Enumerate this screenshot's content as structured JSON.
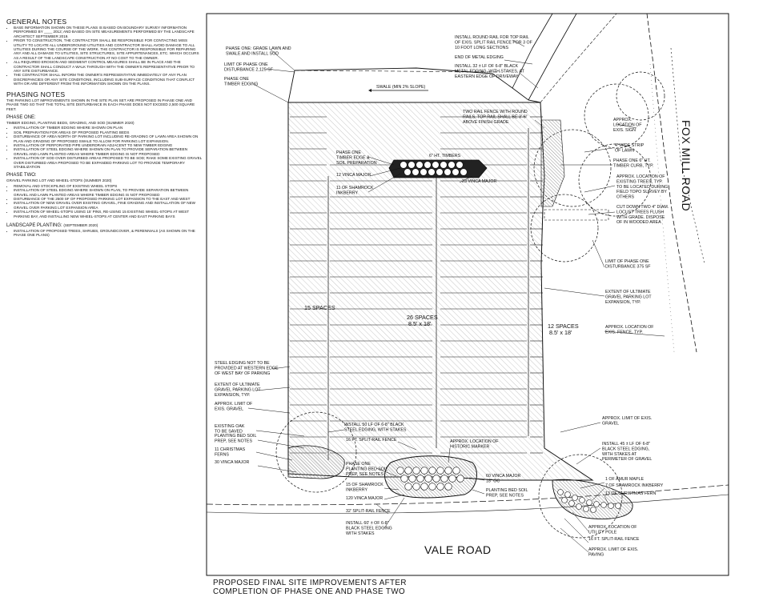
{
  "general_notes": {
    "heading": "GENERAL NOTES",
    "items": [
      "BASE INFORMATION SHOWN ON THESE PLANS IS BASED ON BOUNDARY SURVEY INFORMATION PERFORMED BY ____ 2012; AND BASED ON SITE MEASUREMENTS PERFORMED BY THE LANDSCAPE ARCHITECT SEPTEMBER 2019.",
      "PRIOR TO CONSTRUCTION, THE CONTRACTOR SHALL BE RESPONSIBLE FOR CONTACTING MISS UTILITY TO LOCATE ALL UNDERGROUND UTILITIES AND CONTRACTOR SHALL AVOID DAMAGE TO ALL UTILITIES DURING THE COURSE OF THE WORK. THE CONTRACTOR IS RESPONSIBLE FOR REPAIRING ANY AND ALL DAMAGE TO UTILITIES, SITE STRUCTURES, SITE APPURTENANCES, ETC. WHICH OCCURS AS A RESULT OF THE LANDSCAPE CONSTRUCTION AT NO COST TO THE OWNER.",
      "ALL REQUIRED EROSION AND SEDIMENT CONTROL MEASURES SHALL BE IN PLACE AND THE CONTRACTOR SHALL CONDUCT A WALK THROUGH WITH THE OWNER'S REPRESENTATIVE PRIOR TO ANY SITE DISTURBANCE.",
      "THE CONTRACTOR SHALL INFORM THE OWNER'S REPRESENTATIVE IMMEDIATELY OF ANY PLAN DISCREPANCIES OR ANY SITE CONDITIONS, INCLUDING SUB-SURFACE CONDITIONS THAT CONFLICT WITH OR ARE DIFFERENT FROM THE INFORMATION SHOWN ON THE PLANS."
    ]
  },
  "phasing_notes": {
    "heading": "PHASING NOTES",
    "text": "THE PARKING LOT IMPROVEMENTS SHOWN IN THE SITE PLAN SET ARE PROPOSED IN PHASE ONE AND PHASE TWO SO THAT THE TOTAL SITE DISTURBANCE IN EACH PHASE DOES NOT EXCEED 2,500 SQUARE FEET."
  },
  "phase_one": {
    "heading": "PHASE ONE:",
    "subheading": "TIMBER EDGING, PLANTING BEDS, GRADING, AND SOD (SUMMER 2020)",
    "items": [
      "INSTALLATION OF TIMBER EDGING WHERE SHOWN ON PLAN",
      "SOIL PREPARATION FOR AREAS OF PROPOSED PLANTING BEDS",
      "DISTURBANCE OF AREA NORTH OF PARKING LOT INCLUDING RE-GRADING OF LAWN AREA SHOWN ON PLAN AND GRADING OF PROPOSED SWALE TO ALLOW FOR PARKING LOT EXPANSION.",
      "INSTALLATION OF PERFORATED PIPE UNDERDRAIN ADJACENT TO NEW TIMBER EDGING",
      "INSTALLATION OF STEEL EDGING WHERE SHOWN ON PLAN TO PROVIDE SEPARATION BETWEEN GRAVEL AND LAWN PLANTED AREAS WHERE TIMBER EDGING IS NOT PROPOSED",
      "INSTALLATION OF SOD OVER DISTURBED AREAS PROPOSED TO BE SOD; RAKE SOME EXISTING GRAVEL OVER DISTURBED AREA PROPOSED TO BE EXPANDED PARKING LOT TO PROVIDE TEMPORARY STABILIZATION"
    ]
  },
  "phase_two": {
    "heading": "PHASE TWO:",
    "subheading": "GRAVEL PARKING LOT AND WHEEL-STOPS (SUMMER 2020)",
    "items": [
      "REMOVAL AND STOCKPILING OF EXISTING WHEEL STOPS",
      "INSTALLATION OF STEEL EDGING WHERE SHOWN ON PLAN, TO PROVIDE SEPARATION BETWEEN GRAVEL AND LAWN PLANTED AREAS WHERE TIMBER EDGING IS NOT PROPOSED",
      "DISTURBANCE OF THE 2500 SF OF PROPOSED PARKING LOT EXPANSION TO THE EAST AND WEST",
      "INSTALLATION OF NEW GRAVEL OVER EXISTING GRAVEL, FINE GRADING AND INSTALLATION OF NEW GRAVEL OVER PARKING LOT EXPANSION AREA",
      "INSTALLATION OF WHEEL-STOPS USING 15' PINS, RE-USING 15 EXISTING WHEEL-STOPS AT WEST PARKING BAY, AND INSTALLING NEW WHEEL-STOPS AT CENTER AND EAST PARKING BAYS"
    ]
  },
  "landscape_planting": {
    "heading": "LANDSCAPE PLANTING:",
    "subheading": "(SEPTEMBER 2020)",
    "items": [
      "INSTALLATION OF PROPOSED TREES, SHRUBS, GROUNDCOVER, & PERENNIALS (AS SHOWN ON THE PHASE ONE PLANS)"
    ]
  },
  "roads": {
    "east": "FOX MILL ROAD",
    "south": "VALE ROAD"
  },
  "parking": {
    "west_count": "15 SPACES",
    "center_count": "26 SPACES",
    "center_dims": "8.5' x 18'",
    "east_count": "12 SPACES",
    "east_dims": "8.5' x 18'"
  },
  "swale": "SWALE (MIN 2% SLOPE)",
  "callouts": {
    "grade_lawn": [
      "PHASE ONE: GRADE LAWN AND",
      "SWALE AND INSTALL SOD"
    ],
    "limit_2125": [
      "LIMIT OF PHASE ONE",
      "DISTURBANCE 2,125 SF"
    ],
    "timber_edging_nw": [
      "PHASE ONE",
      "TIMBER EDGING"
    ],
    "round_rail": [
      "INSTALL ROUND RAIL FOR TOP RAIL",
      "OF EXIS. SPLIT RAIL FENCE FOR 3 OF",
      "10 FOOT LONG SECTIONS"
    ],
    "end_metal": [
      "END OF METAL EDGING"
    ],
    "black_metal_32": [
      "INSTALL 32 ± LF OF 6-8\" BLACK",
      "METAL EDGING, WITH STAKES, AT",
      "EASTERN EDGE OF DRIVEWAY"
    ],
    "two_rail_fence": [
      "TWO RAIL FENCE WITH ROUND",
      "RAILS. TOP RAIL SHALL BE 3'-6\"",
      "ABOVE FINISH GRADE"
    ],
    "exis_sign": [
      "APPROX.",
      "LOCATION OF",
      "EXIS. SIGN"
    ],
    "lawn_strip": [
      "4' WIDE STRIP",
      "OF LAWN"
    ],
    "timber_curb": [
      "PHASE ONE 6\" HT.",
      "TIMBER CURB, TYP."
    ],
    "existing_trees": [
      "APPROX. LOCATION OF",
      "EXISTING TREES, TYP.",
      "TO BE LOCATED DURING",
      "FIELD TOPO SURVEY BY",
      "OTHERS"
    ],
    "cut_trees": [
      "CUT DOWN TWO 4\" DIAM.",
      "LOCUST TREES FLUSH",
      "WITH GRADE. DISPOSE",
      "OF IN WOODED AREA"
    ],
    "limit_375": [
      "LIMIT OF PHASE ONE",
      "DISTURBANCE 375 SF"
    ],
    "ultimate_east": [
      "EXTENT OF ULTIMATE",
      "GRAVEL PARKING LOT",
      "EXPANSION, TYP."
    ],
    "exis_fence": [
      "APPROX. LOCATION OF",
      "EXIS. FENCE, TYP."
    ],
    "timber_soil": [
      "PHASE ONE",
      "TIMBER EDGE &",
      "SOIL PREPARATION"
    ],
    "timbers_6": [
      "6\" HT. TIMBERS"
    ],
    "vinca_12": [
      "12 VINCA MAJOR"
    ],
    "vinca_23": [
      "23 VINCA MAJOR"
    ],
    "shamrock_11": [
      "11 OF SHAMROCK",
      "INKBERRY"
    ],
    "steel_west": [
      "STEEL EDGING NOT TO BE",
      "PROVIDED AT WESTERN EDGE",
      "OF WEST BAY OF PARKING"
    ],
    "ultimate_west": [
      "EXTENT OF ULTIMATE",
      "GRAVEL PARKING LOT",
      "EXPANSION, TYP."
    ],
    "limit_gravel_w": [
      "APPROX. LIMIT OF",
      "EXIS. GRAVEL"
    ],
    "existing_oak": [
      "EXISTING OAK",
      "TO BE SAVED"
    ],
    "bed_prep_w": [
      "PLANTING BED SOIL",
      "PREP, SEE NOTES"
    ],
    "christmas_11": [
      "11 CHRISTMAS",
      "FERNS"
    ],
    "vinca_30": [
      "30 VINCA MAJOR"
    ],
    "steel_50": [
      "INSTALL 50 LF OF 6-8\" BLACK",
      "STEEL EDGING, WITH STAKES"
    ],
    "split_rail_16a": [
      "16 FT. SPLIT-RAIL FENCE"
    ],
    "historic_marker": [
      "APPROX. LOCATION OF",
      "HISTORIC MARKER"
    ],
    "phase_one_bed": [
      "PHASE ONE",
      "PLANTING BED SOIL",
      "PREP, SEE NOTES"
    ],
    "shamrock_15": [
      "15 OF SHAMROCK",
      "INKBERRY"
    ],
    "vinca_120": [
      "120 VINCA MAJOR"
    ],
    "split_rail_32": [
      "32' SPLIT-RAIL FENCE"
    ],
    "steel_60": [
      "INSTALL 60' ± OF 6-8\"",
      "BLACK STEEL EDGING",
      "WITH STAKES"
    ],
    "vinca_60": [
      "60 VINCA MAJOR",
      "18\" OC"
    ],
    "bed_prep_e": [
      "PLANTING BED SOIL",
      "PREP, SEE NOTES"
    ],
    "limit_gravel_e": [
      "APPROX. LIMIT OF EXIS.",
      "GRAVEL"
    ],
    "steel_45": [
      "INSTALL 45 ± LF OF 6-8\"",
      "BLACK STEEL EDGING,",
      "WITH STAKES AT",
      "PERIMETER OF GRAVEL"
    ],
    "amur_maple": [
      "1 OF AMUR MAPLE"
    ],
    "shamrock_7": [
      "7 OF SHAMROCK INKBERRY"
    ],
    "christmas_13": [
      "13 OF CHRISTMAS FERN"
    ],
    "utility_pole": [
      "APPROX. LOCATION OF",
      "UTILITY POLE"
    ],
    "split_rail_16b": [
      "16 FT. SPLIT-RAIL FENCE"
    ],
    "limit_paving": [
      "APPROX. LIMIT OF EXIS.",
      "PAVING"
    ]
  },
  "caption": [
    "PROPOSED FINAL SITE IMPROVEMENTS AFTER",
    "COMPLETION OF PHASE ONE AND PHASE TWO"
  ]
}
